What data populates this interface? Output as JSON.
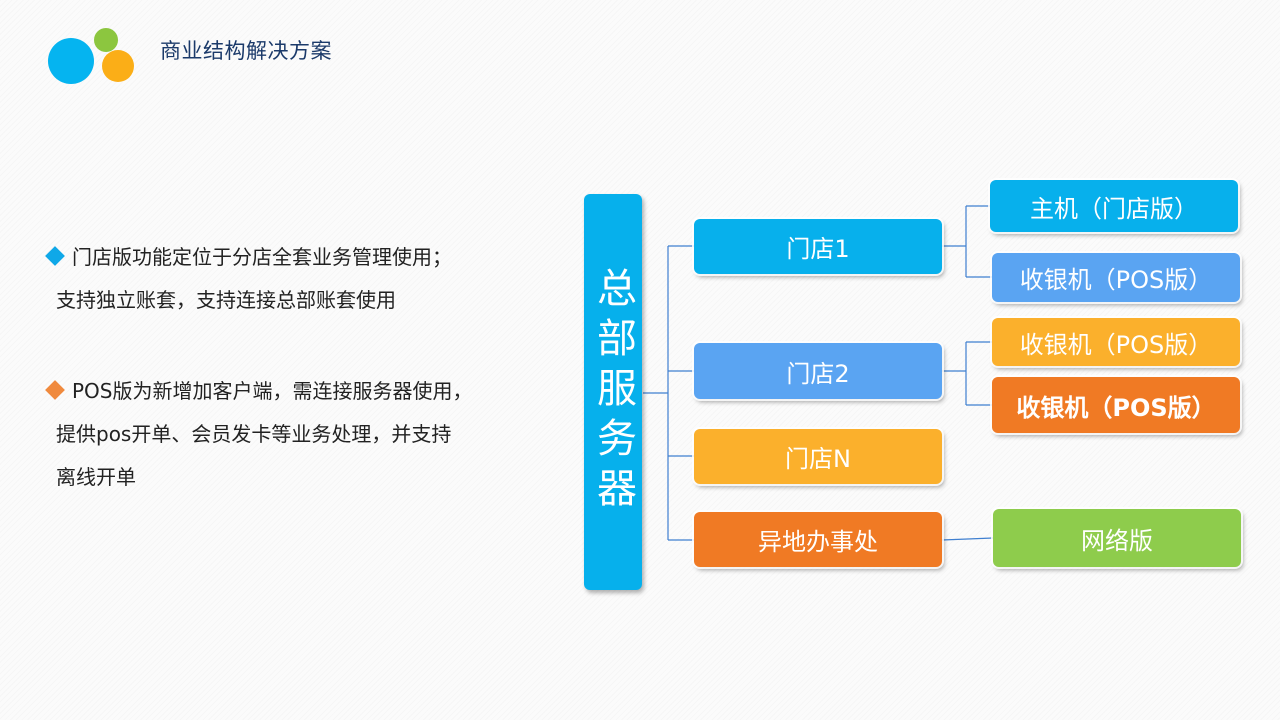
{
  "header": {
    "title": "商业结构解决方案",
    "logo_colors": [
      "#05b4f0",
      "#8cc63f",
      "#fbae17"
    ]
  },
  "bullets": [
    {
      "icon": "diamond-icon",
      "color": "#0fa8e8",
      "line1": "门店版功能定位于分店全套业务管理使用；",
      "line2": "支持独立账套，支持连接总部账套使用"
    },
    {
      "icon": "diamond-icon",
      "color": "#f08a3e",
      "line1": "POS版为新增加客户端，需连接服务器使用，",
      "line2": "提供pos开单、会员发卡等业务处理，并支持",
      "line3": "离线开单"
    }
  ],
  "diagram": {
    "root": "总部服务器",
    "nodes": {
      "store1": "门店1",
      "store2": "门店2",
      "storeN": "门店N",
      "office": "异地办事处",
      "store1_host": "主机（门店版）",
      "store1_pos": "收银机（POS版）",
      "store2_pos_a": "收银机（POS版）",
      "store2_pos_b": "收银机（POS版）",
      "office_net": "网络版"
    },
    "colors": {
      "cyan": "#07b0ec",
      "blue": "#5aa4f2",
      "yellow": "#fbb02c",
      "orange": "#f07a24",
      "green": "#8ecc4c",
      "connector": "#3f7fd0"
    }
  }
}
